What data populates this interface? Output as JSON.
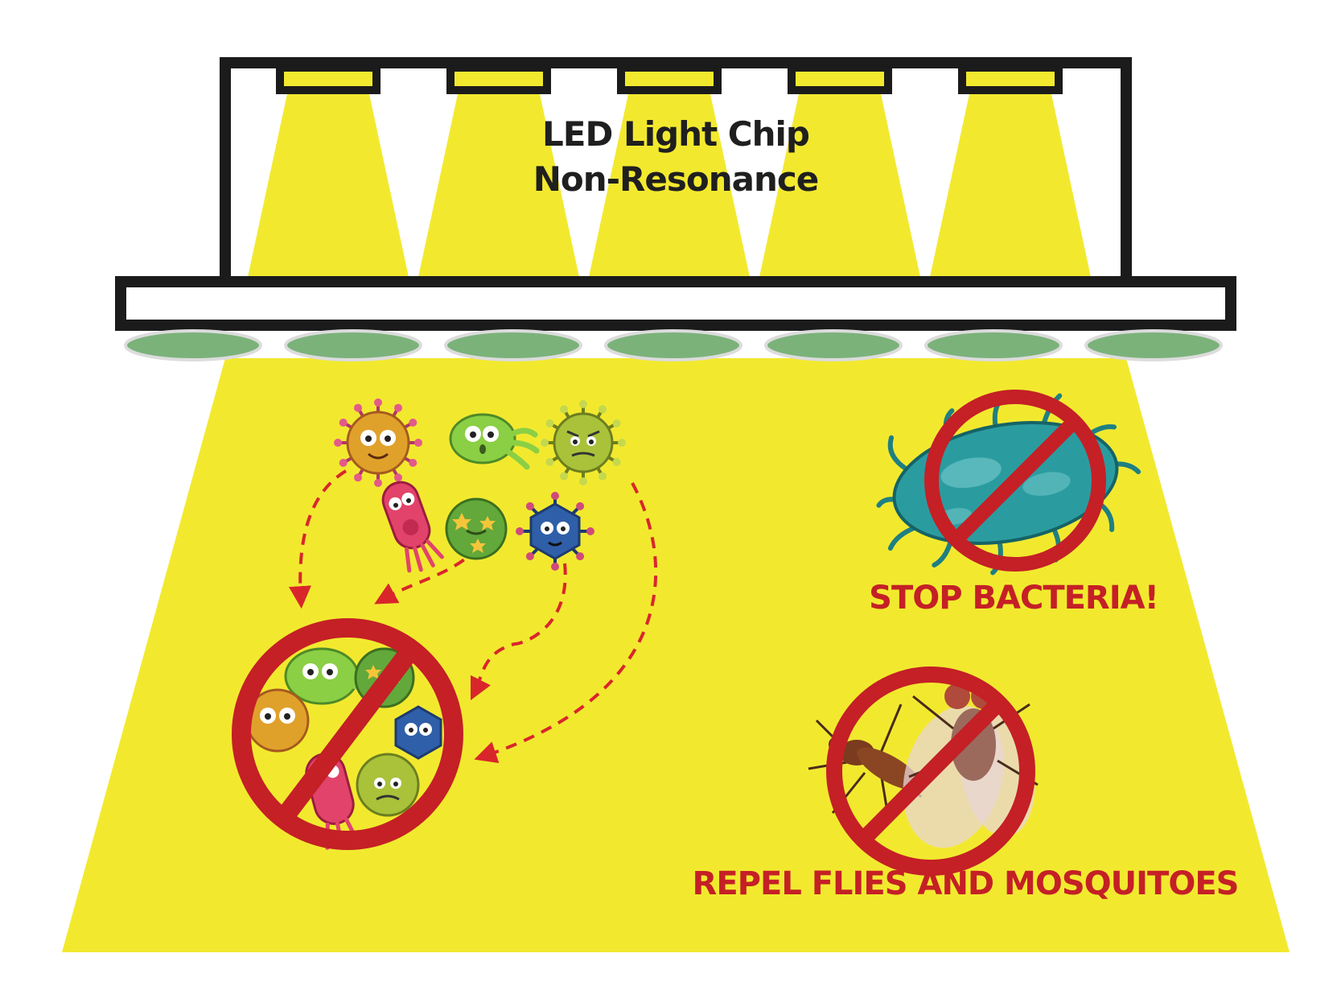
{
  "fixture": {
    "title_line1": "LED Light Chip",
    "title_line2": "Non-Resonance",
    "chip_count": 5,
    "lens_count": 7
  },
  "captions": {
    "stop_bacteria": "STOP BACTERIA!",
    "repel_insects": "REPEL FLIES AND MOSQUITOES"
  },
  "colors": {
    "light_yellow": "#f2e92f",
    "frame_black": "#1b1b1b",
    "lens_green": "#7bb27a",
    "prohibit_red": "#c42026",
    "arrow_red": "#d9262b"
  },
  "icons": [
    "virus-orange-icon",
    "germ-green-icon",
    "virus-olive-icon",
    "bacteria-pink-icon",
    "germ-star-icon",
    "virus-blue-icon",
    "prohibited-sign-icon",
    "bacterium-teal-icon",
    "mosquito-icon",
    "fly-icon"
  ]
}
